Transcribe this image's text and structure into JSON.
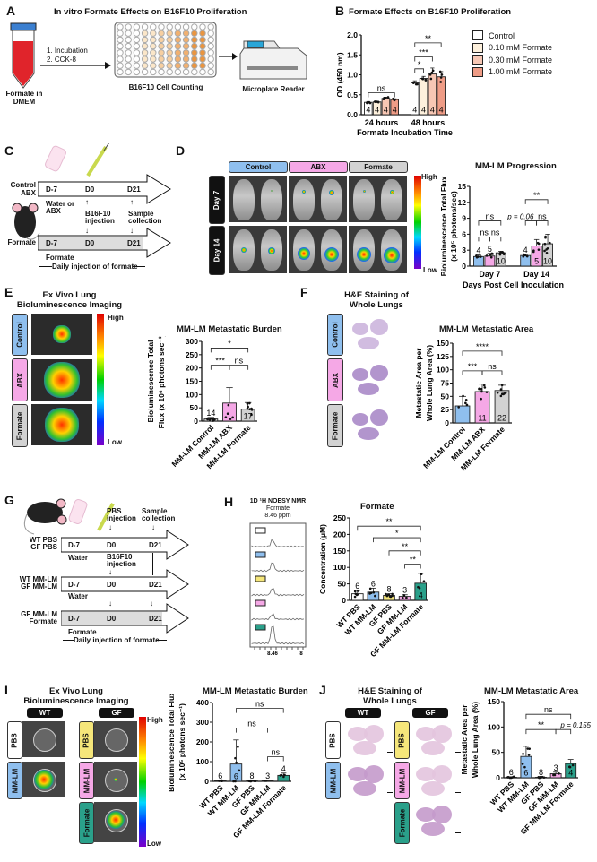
{
  "panel_labels": [
    "A",
    "B",
    "C",
    "D",
    "E",
    "F",
    "G",
    "H",
    "I",
    "J"
  ],
  "A": {
    "title": "In vitro Formate Effects on B16F10 Proliferation",
    "tube_label_1": "Formate in",
    "tube_label_2": "DMEM",
    "step1": "1. Incubation",
    "step2": "2. CCK-8",
    "plate_label": "B16F10 Cell Counting",
    "reader_label": "Microplate Reader"
  },
  "C": {
    "row1_a": "Control",
    "row1_b": "ABX",
    "row2": "Formate",
    "d_m7": "D-7",
    "d0": "D0",
    "d21": "D21",
    "water_1": "Water or",
    "water_2": "ABX",
    "inj_1": "B16F10",
    "inj_2": "injection",
    "col_1": "Sample",
    "col_2": "collection",
    "formate": "Formate",
    "daily": "Daily injection of formate"
  },
  "D": {
    "tabs": [
      "Control",
      "ABX",
      "Formate"
    ],
    "rows": [
      "Day 7",
      "Day 14"
    ],
    "high": "High",
    "low": "Low"
  },
  "E": {
    "title_1": "Ex Vivo Lung",
    "title_2": "Bioluminescence Imaging",
    "rows": [
      "Control",
      "ABX",
      "Formate"
    ],
    "high": "High",
    "low": "Low"
  },
  "F": {
    "title_1": "H&E Staining of",
    "title_2": "Whole Lungs",
    "rows": [
      "Control",
      "ABX",
      "Formate"
    ]
  },
  "G": {
    "r1_a": "WT PBS",
    "r1_b": "GF PBS",
    "r2_a": "WT MM-LM",
    "r2_b": "GF MM-LM",
    "r3_a": "GF MM-LM",
    "r3_b": "Formate",
    "d_m7": "D-7",
    "d0": "D0",
    "d21": "D21",
    "pbs_1": "PBS",
    "pbs_2": "injection",
    "col_1": "Sample",
    "col_2": "collection",
    "water": "Water",
    "inj_1": "B16F10",
    "inj_2": "injection",
    "formate": "Formate",
    "daily": "Daily injection of formate"
  },
  "H": {
    "nmr_title": "1D ¹H NOESY NMR",
    "nmr_sub_1": "Formate",
    "nmr_sub_2": "8.46 ppm",
    "tick_1": "8.46",
    "tick_2": "8"
  },
  "I": {
    "title_1": "Ex Vivo Lung",
    "title_2": "Bioluminescence Imaging",
    "cols": [
      "WT",
      "GF"
    ],
    "wt_rows": [
      "PBS",
      "MM-LM"
    ],
    "gf_rows": [
      "PBS",
      "MM-LM",
      "Formate"
    ],
    "high": "High",
    "low": "Low"
  },
  "J": {
    "title_1": "H&E Staining of",
    "title_2": "Whole Lungs",
    "cols": [
      "WT",
      "GF"
    ],
    "wt_rows": [
      "PBS",
      "MM-LM"
    ],
    "gf_rows": [
      "PBS",
      "MM-LM",
      "Formate"
    ]
  },
  "chart_data": [
    {
      "id": "B",
      "type": "bar",
      "title": "Formate Effects on B16F10 Proliferation",
      "categories": [
        "24 hours",
        "48 hours"
      ],
      "series": [
        {
          "name": "Control",
          "color": "#ffffff",
          "values": [
            0.31,
            0.8
          ],
          "errors": [
            0.02,
            0.05
          ],
          "n": [
            4,
            4
          ]
        },
        {
          "name": "0.10 mM Formate",
          "color": "#fdf0dc",
          "values": [
            0.32,
            0.91
          ],
          "errors": [
            0.02,
            0.05
          ],
          "n": [
            4,
            4
          ]
        },
        {
          "name": "0.30 mM Formate",
          "color": "#f7c7b4",
          "values": [
            0.41,
            1.02
          ],
          "errors": [
            0.03,
            0.15
          ],
          "n": [
            4,
            4
          ]
        },
        {
          "name": "1.00 mM Formate",
          "color": "#ef9c86",
          "values": [
            0.38,
            0.95
          ],
          "errors": [
            0.02,
            0.13
          ],
          "n": [
            4,
            4
          ]
        }
      ],
      "ylim": [
        0,
        2
      ],
      "yticks": [
        "0.0",
        "0.5",
        "1.0",
        "1.5",
        "2.0"
      ],
      "ylabel": [
        "OD (450 nm)"
      ],
      "xlabel": "Formate Incubation Time",
      "legend": "right",
      "annotations": [
        {
          "from": 0,
          "to": 3,
          "label": "ns",
          "y": 0.55
        },
        {
          "from": 4,
          "to": 5,
          "label": "*",
          "y": 1.15
        },
        {
          "from": 4,
          "to": 6,
          "label": "***",
          "y": 1.45
        },
        {
          "from": 4,
          "to": 7,
          "label": "**",
          "y": 1.8
        }
      ]
    },
    {
      "id": "D",
      "type": "bar",
      "title": "MM-LM Progression",
      "categories": [
        "Day 7",
        "Day 14"
      ],
      "series": [
        {
          "name": "Control",
          "color": "#8fbfee",
          "values": [
            1.8,
            2.0
          ],
          "errors": [
            0.3,
            0.2
          ],
          "n": [
            4,
            4
          ]
        },
        {
          "name": "ABX",
          "color": "#f5a8e6",
          "values": [
            1.9,
            3.8
          ],
          "errors": [
            0.5,
            1.2
          ],
          "n": [
            5,
            5
          ]
        },
        {
          "name": "Formate",
          "color": "#d2d2d2",
          "values": [
            2.5,
            4.2
          ],
          "errors": [
            0.3,
            1.8
          ],
          "n": [
            10,
            10
          ]
        }
      ],
      "ylim": [
        0,
        15
      ],
      "yticks": [
        "0",
        "3",
        "6",
        "9",
        "12",
        "15"
      ],
      "ylabel": [
        "Bioluminescence Total Flux",
        "(x 10⁵ photons/sec)"
      ],
      "xlabel": "Days Post Cell Inoculation",
      "annotations": [
        {
          "from": 0,
          "to": 1,
          "label": "ns",
          "y": 5.5
        },
        {
          "from": 1,
          "to": 2,
          "label": "ns",
          "y": 5.5
        },
        {
          "from": 0,
          "to": 2,
          "label": "ns",
          "y": 8.5
        },
        {
          "from": 3,
          "to": 4,
          "label": "p = 0.06",
          "y": 8.5
        },
        {
          "from": 4,
          "to": 5,
          "label": "ns",
          "y": 8.5
        },
        {
          "from": 3,
          "to": 5,
          "label": "**",
          "y": 12.5
        }
      ]
    },
    {
      "id": "E",
      "type": "bar",
      "title": "MM-LM Metastatic Burden",
      "categories": [
        "MM-LM Control",
        "MM-LM ABX",
        "MM-LM Formate"
      ],
      "colors": [
        "#d2d2d2",
        "#f5a8e6",
        "#d2d2d2"
      ],
      "values": [
        8,
        68,
        45
      ],
      "errors": [
        6,
        58,
        25
      ],
      "n": [
        14,
        null,
        17
      ],
      "ylim": [
        0,
        300
      ],
      "yticks": [
        "0",
        "50",
        "100",
        "150",
        "200",
        "250",
        "300"
      ],
      "ylabel": [
        "Bioluminescence Total",
        "Flux (x 10⁶ photons sec⁻¹)"
      ],
      "annotations": [
        {
          "from": 0,
          "to": 1,
          "label": "***",
          "y": 210
        },
        {
          "from": 1,
          "to": 2,
          "label": "ns",
          "y": 210
        },
        {
          "from": 0,
          "to": 2,
          "label": "*",
          "y": 275
        }
      ]
    },
    {
      "id": "F",
      "type": "bar",
      "title": "MM-LM Metastatic Area",
      "categories": [
        "MM-LM Control",
        "MM-LM ABX",
        "MM-LM Formate"
      ],
      "colors": [
        "#8fbfee",
        "#f5a8e6",
        "#d2d2d2"
      ],
      "values": [
        32,
        59,
        61
      ],
      "errors": [
        18,
        14,
        10
      ],
      "n": [
        null,
        11,
        22
      ],
      "ylim": [
        0,
        150
      ],
      "yticks": [
        "0",
        "25",
        "50",
        "75",
        "100",
        "125",
        "150"
      ],
      "ylabel": [
        "Metastatic Area per",
        "Whole Lung Area (%)"
      ],
      "annotations": [
        {
          "from": 0,
          "to": 1,
          "label": "***",
          "y": 98
        },
        {
          "from": 1,
          "to": 2,
          "label": "ns",
          "y": 98
        },
        {
          "from": 0,
          "to": 2,
          "label": "****",
          "y": 135
        }
      ]
    },
    {
      "id": "H",
      "type": "bar",
      "title": "Formate",
      "categories": [
        "WT PBS",
        "WT MM-LM",
        "GF PBS",
        "GF MM-LM",
        "GF MM-LM Formate"
      ],
      "colors": [
        "#ffffff",
        "#8fbfee",
        "#f5e67a",
        "#f5a8e6",
        "#2aa08a"
      ],
      "values": [
        20,
        25,
        15,
        12,
        52
      ],
      "errors": [
        10,
        12,
        5,
        5,
        30
      ],
      "n": [
        6,
        6,
        8,
        3,
        4
      ],
      "ylim": [
        0,
        250
      ],
      "yticks": [
        "0",
        "50",
        "100",
        "150",
        "200",
        "250"
      ],
      "ylabel": [
        "Concentration (μM)"
      ],
      "annotations": [
        {
          "from": 0,
          "to": 4,
          "label": "**",
          "y": 225
        },
        {
          "from": 1,
          "to": 4,
          "label": "*",
          "y": 190
        },
        {
          "from": 2,
          "to": 4,
          "label": "**",
          "y": 150
        },
        {
          "from": 3,
          "to": 4,
          "label": "**",
          "y": 110
        }
      ]
    },
    {
      "id": "I",
      "type": "bar",
      "title": "MM-LM Metastatic Burden",
      "categories": [
        "WT PBS",
        "WT MM-LM",
        "GF PBS",
        "GF MM-LM",
        "GF MM-LM Formate"
      ],
      "colors": [
        "#ffffff",
        "#8fbfee",
        "#f5e67a",
        "#f5a8e6",
        "#2aa08a"
      ],
      "values": [
        3,
        88,
        2,
        3,
        30
      ],
      "errors": [
        2,
        122,
        2,
        2,
        12
      ],
      "n": [
        6,
        6,
        8,
        3,
        4
      ],
      "ylim": [
        0,
        400
      ],
      "yticks": [
        "0",
        "100",
        "200",
        "300",
        "400"
      ],
      "ylabel": [
        "Bioluminescence Total Flux",
        "(x 10⁵ photons sec⁻¹)"
      ],
      "annotations": [
        {
          "from": 1,
          "to": 4,
          "label": "ns",
          "y": 370
        },
        {
          "from": 1,
          "to": 3,
          "label": "ns",
          "y": 270
        },
        {
          "from": 3,
          "to": 4,
          "label": "ns",
          "y": 125
        }
      ]
    },
    {
      "id": "J",
      "type": "bar",
      "title": "MM-LM Metastatic Area",
      "categories": [
        "WT PBS",
        "WT MM-LM",
        "GF PBS",
        "GF MM-LM",
        "GF MM-LM Formate"
      ],
      "colors": [
        "#ffffff",
        "#8fbfee",
        "#f5e67a",
        "#f5a8e6",
        "#2aa08a"
      ],
      "values": [
        1,
        42,
        1,
        8,
        28
      ],
      "errors": [
        1,
        20,
        1,
        3,
        8
      ],
      "n": [
        6,
        6,
        8,
        3,
        4
      ],
      "ylim": [
        0,
        150
      ],
      "yticks": [
        "0",
        "50",
        "100",
        "150"
      ],
      "ylabel": [
        "Metastatic Area per",
        "Whole Lung Area (%)"
      ],
      "annotations": [
        {
          "from": 1,
          "to": 4,
          "label": "ns",
          "y": 125
        },
        {
          "from": 1,
          "to": 3,
          "label": "**",
          "y": 95
        },
        {
          "from": 3,
          "to": 4,
          "label": "p = 0.155",
          "y": 95
        }
      ]
    }
  ]
}
